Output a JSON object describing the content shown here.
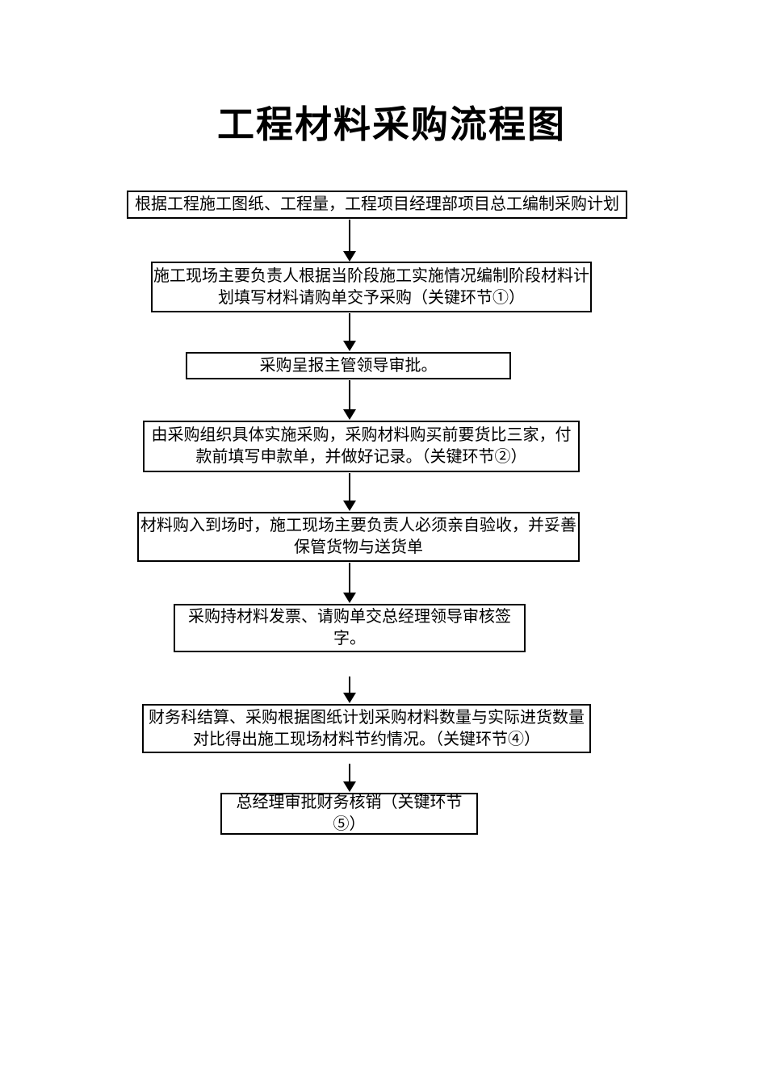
{
  "title": "工程材料采购流程图",
  "flowchart": {
    "colors": {
      "background": "#ffffff",
      "border": "#000000",
      "text": "#000000"
    },
    "steps": [
      {
        "id": 1,
        "text": "根据工程施工图纸、工程量，工程项目经理部项目总工编制采购计划"
      },
      {
        "id": 2,
        "text": "施工现场主要负责人根据当阶段施工实施情况编制阶段材料计划填写材料请购单交予采购（关键环节①）"
      },
      {
        "id": 3,
        "text": "采购呈报主管领导审批。"
      },
      {
        "id": 4,
        "text": "由采购组织具体实施采购，采购材料购买前要货比三家，付款前填写申款单，并做好记录。（关键环节②）"
      },
      {
        "id": 5,
        "text": "材料购入到场时，施工现场主要负责人必须亲自验收，并妥善保管货物与送货单"
      },
      {
        "id": 6,
        "text": "采购持材料发票、请购单交总经理领导审核签字。"
      },
      {
        "id": 7,
        "text": "财务科结算、采购根据图纸计划采购材料数量与实际进货数量对比得出施工现场材料节约情况。（关键环节④）"
      },
      {
        "id": 8,
        "text": "总经理审批财务核销（关键环节⑤）"
      }
    ]
  }
}
